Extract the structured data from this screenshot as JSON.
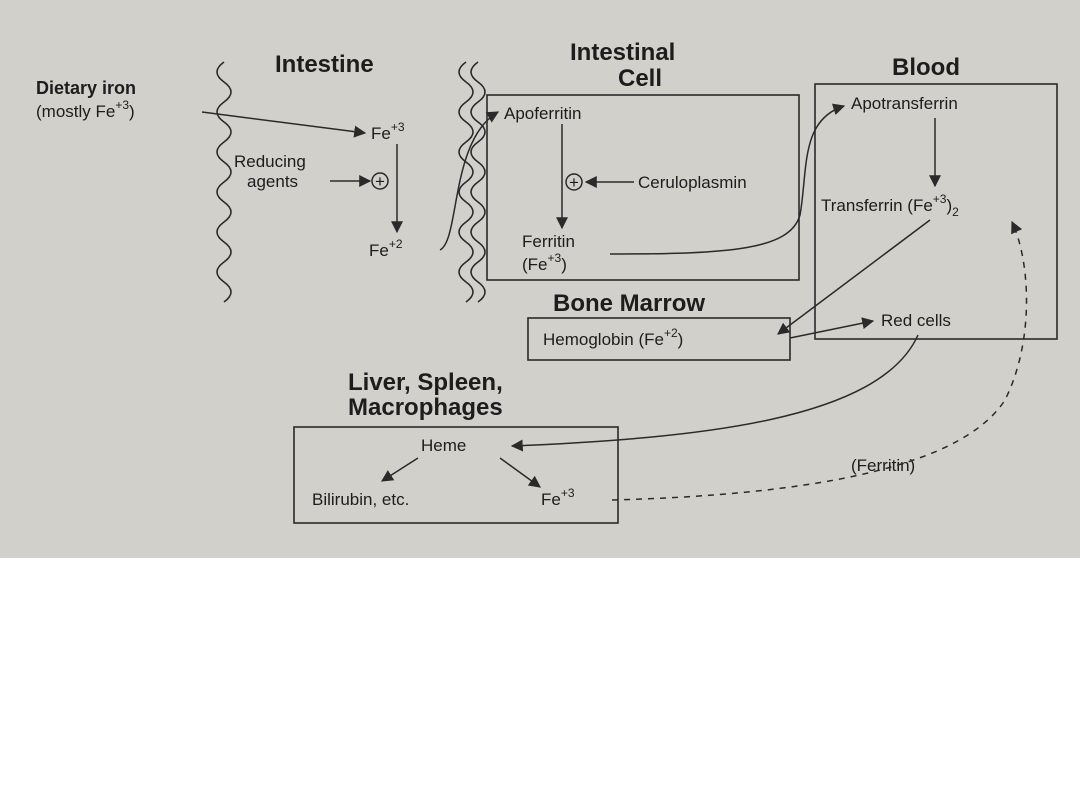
{
  "headings": {
    "intestine": "Intestine",
    "intestinal_cell_1": "Intestinal",
    "intestinal_cell_2": "Cell",
    "blood": "Blood",
    "bone_marrow": "Bone Marrow",
    "liver_1": "Liver, Spleen,",
    "liver_2": "Macrophages"
  },
  "intestine": {
    "dietary_iron": "Dietary iron",
    "mostly_prefix": "(mostly Fe",
    "mostly_sup": "+3",
    "mostly_suffix": ")",
    "fe3_base": "Fe",
    "fe3_sup": "+3",
    "reducing_1": "Reducing",
    "reducing_2": "agents",
    "plus_symbol": "+",
    "fe2_base": "Fe",
    "fe2_sup": "+2"
  },
  "intestinal_cell": {
    "apoferritin": "Apoferritin",
    "plus_symbol": "+",
    "ceruloplasmin": "Ceruloplasmin",
    "ferritin": "Ferritin",
    "ferritin_fe_prefix": "(Fe",
    "ferritin_fe_sup": "+3",
    "ferritin_fe_suffix": ")"
  },
  "blood": {
    "apotransferrin": "Apotransferrin",
    "transferrin_prefix": "Transferrin (Fe",
    "transferrin_sup": "+3",
    "transferrin_close": ")",
    "transferrin_sub": "2",
    "red_cells": "Red cells"
  },
  "bone_marrow": {
    "hemoglobin_prefix": "Hemoglobin (Fe",
    "hemoglobin_sup": "+2",
    "hemoglobin_suffix": ")"
  },
  "liver": {
    "heme": "Heme",
    "bilirubin": "Bilirubin, etc.",
    "fe3_base": "Fe",
    "fe3_sup": "+3",
    "ferritin_note": "(Ferritin)"
  }
}
